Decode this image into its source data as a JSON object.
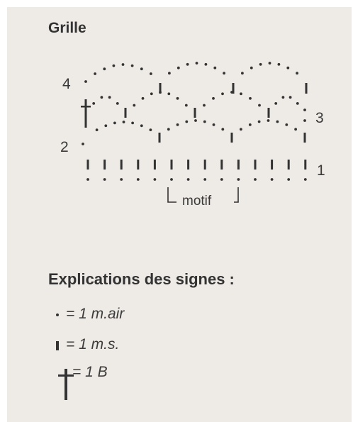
{
  "grille": {
    "title": "Grille",
    "row_labels": [
      "4",
      "3",
      "2",
      "1"
    ],
    "motif_label": "motif"
  },
  "legend": {
    "title": "Explications des signes :",
    "items": [
      {
        "symbol": "dot",
        "text": "= 1 m.air"
      },
      {
        "symbol": "bar",
        "text": "= 1 m.s."
      },
      {
        "symbol": "cross",
        "text": "= 1 B"
      }
    ]
  },
  "colors": {
    "ink": "#333333",
    "paper": "#eeeae5"
  }
}
